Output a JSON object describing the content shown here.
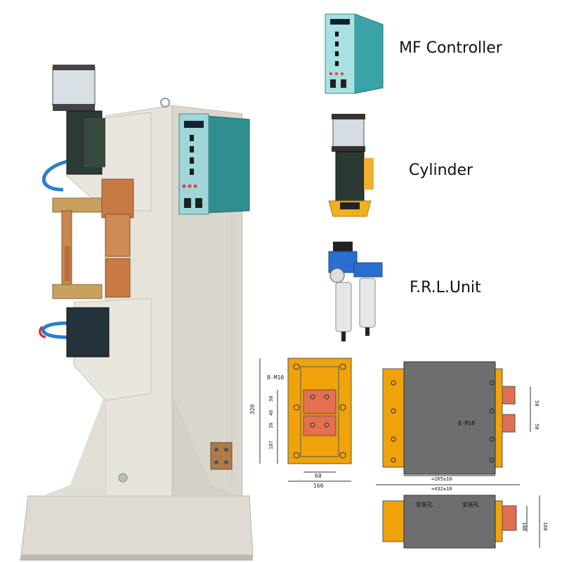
{
  "labels": {
    "controller": "MF Controller",
    "cylinder": "Cylinder",
    "frl": "F.R.L.Unit"
  },
  "drawing_left": {
    "holes": "8-M10",
    "dim_320": "320",
    "dim_30a": "30",
    "dim_46": "46",
    "dim_30b": "30",
    "dim_107": "107",
    "dim_60": "60",
    "dim_160": "160"
  },
  "drawing_right": {
    "holes": "8-M10",
    "dim_265": "≈265±10",
    "dim_432": "≈432±10",
    "dim_50a": "50",
    "dim_50b": "50",
    "mount_a": "安装孔",
    "mount_b": "安装孔",
    "dim_100": "100",
    "dim_160": "160"
  },
  "colors": {
    "machine_body": "#e8e6dc",
    "controller_panel": "#2e8b8b",
    "copper": "#c87a45",
    "drawing_orange": "#f0a20a",
    "drawing_red": "#e07050",
    "drawing_gray": "#6e6e6e"
  }
}
